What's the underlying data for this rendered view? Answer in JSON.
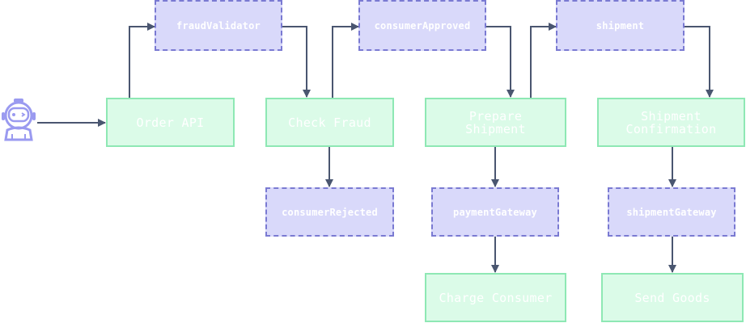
{
  "actor": {
    "icon": "robot-icon",
    "caption": ""
  },
  "nodes": {
    "order_api": {
      "label": "Order API"
    },
    "check_fraud": {
      "label": "Check Fraud"
    },
    "prepare_shipment": {
      "label": "Prepare\nShipment"
    },
    "shipment_confirmation": {
      "label": "Shipment\nConfirmation"
    },
    "charge_consumer": {
      "label": "Charge Consumer"
    },
    "send_goods": {
      "label": "Send Goods"
    }
  },
  "topics": {
    "fraud_validator": {
      "label": "fraudValidator"
    },
    "consumer_approved": {
      "label": "consumerApproved"
    },
    "shipment": {
      "label": "shipment"
    },
    "consumer_rejected": {
      "label": "consumerRejected"
    },
    "payment_gateway": {
      "label": "paymentGateway"
    },
    "shipment_gateway": {
      "label": "shipmentGateway"
    }
  },
  "colors": {
    "service_fill": "#dbfbe8",
    "service_border": "#8ee8b4",
    "topic_fill": "#d9d9fa",
    "topic_border": "#7a7ad2",
    "arrow": "#4a5670",
    "actor": "#9a9af0"
  }
}
